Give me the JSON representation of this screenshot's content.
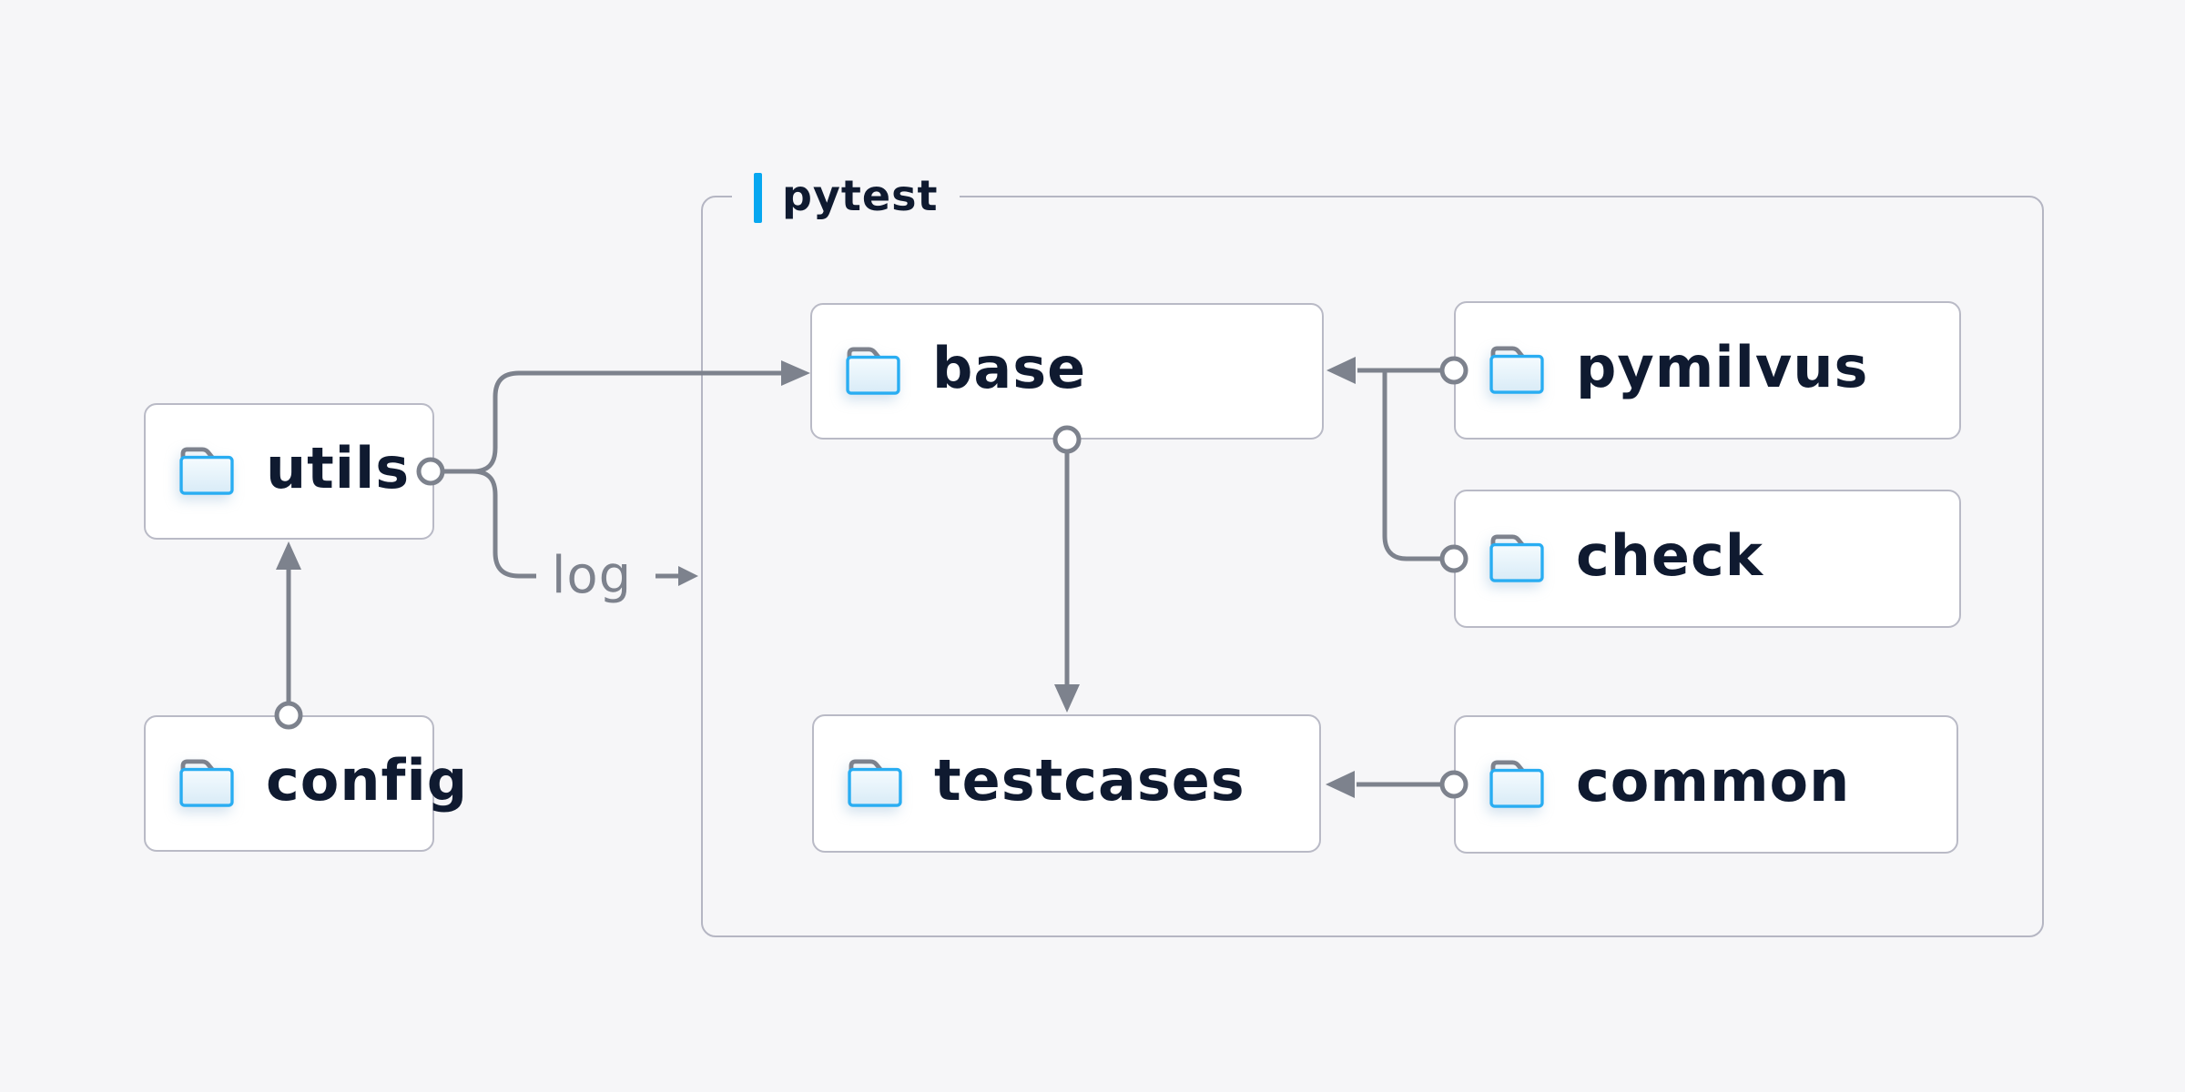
{
  "group": {
    "label": "pytest"
  },
  "nodes": {
    "utils": {
      "label": "utils",
      "icon": "folder-icon"
    },
    "config": {
      "label": "config",
      "icon": "folder-icon"
    },
    "base": {
      "label": "base",
      "icon": "folder-icon"
    },
    "pymilvus": {
      "label": "pymilvus",
      "icon": "folder-icon"
    },
    "check": {
      "label": "check",
      "icon": "folder-icon"
    },
    "testcases": {
      "label": "testcases",
      "icon": "folder-icon"
    },
    "common": {
      "label": "common",
      "icon": "folder-icon"
    }
  },
  "edges": {
    "log_label": "log",
    "connections": [
      {
        "from": "config",
        "to": "utils",
        "marker": "circle-to-arrow"
      },
      {
        "from": "utils",
        "to": "base",
        "marker": "circle-to-arrow"
      },
      {
        "from": "utils",
        "to": "log",
        "marker": "circle-to-label-arrow"
      },
      {
        "from": "pymilvus",
        "to": "base",
        "marker": "circle-to-arrow"
      },
      {
        "from": "check",
        "to": "base",
        "marker": "circle-joins-pymilvus-line"
      },
      {
        "from": "base",
        "to": "testcases",
        "marker": "circle-to-arrow"
      },
      {
        "from": "common",
        "to": "testcases",
        "marker": "circle-to-arrow"
      }
    ]
  },
  "colors": {
    "bg": "#f6f6f8",
    "box-fill": "#ffffff",
    "box-border": "#b9bac6",
    "group-border": "#b5b6c3",
    "line": "#7d828d",
    "text": "#0f1a30",
    "muted": "#7d828d",
    "accent": "#07a7f0",
    "folder-stroke": "#29adf2"
  }
}
